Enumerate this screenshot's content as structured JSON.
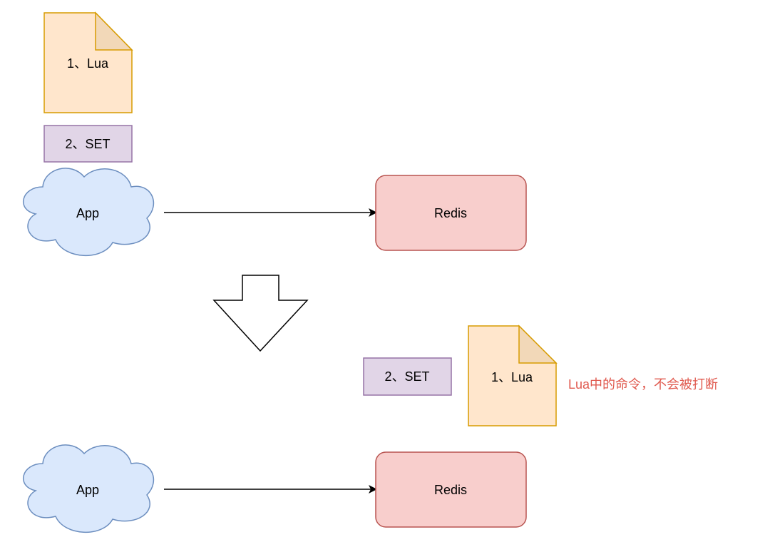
{
  "top": {
    "lua_doc": {
      "label": "1、Lua"
    },
    "set_box": {
      "label": "2、SET"
    },
    "app": {
      "label": "App"
    },
    "redis": {
      "label": "Redis"
    }
  },
  "bottom": {
    "set_box": {
      "label": "2、SET"
    },
    "lua_doc": {
      "label": "1、Lua"
    },
    "note": {
      "text": "Lua中的命令，不会被打断"
    },
    "app": {
      "label": "App"
    },
    "redis": {
      "label": "Redis"
    }
  },
  "colors": {
    "doc_fill": "#ffe6cc",
    "doc_stroke": "#d79b00",
    "doc_fold": "#f2d8b8",
    "set_fill": "#e1d5e7",
    "set_stroke": "#9673a6",
    "cloud_fill": "#dae8fc",
    "cloud_stroke": "#6c8ebf",
    "redis_fill": "#f8cecc",
    "redis_stroke": "#b85450",
    "note_color": "#e05a4f",
    "arrow": "#000000"
  }
}
